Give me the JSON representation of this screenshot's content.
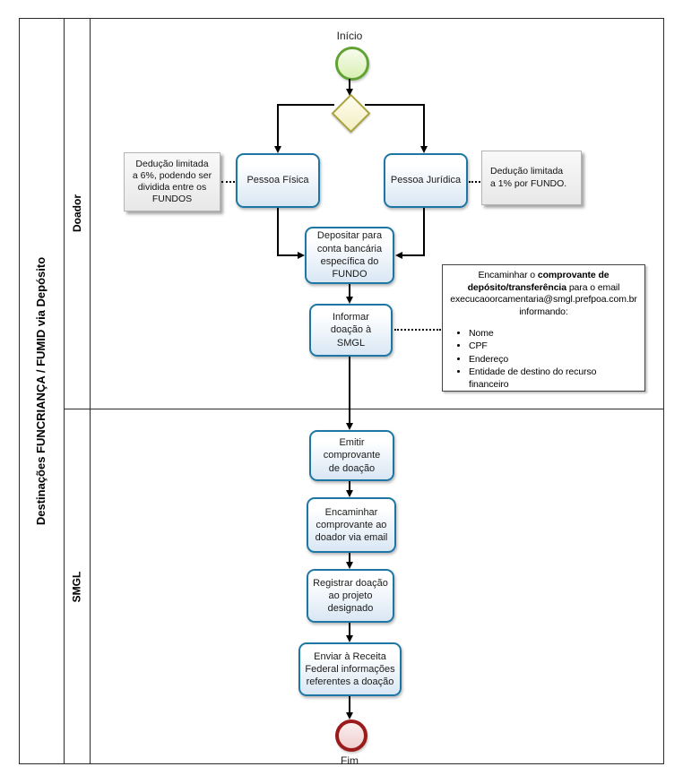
{
  "pool": {
    "title": "Destinações FUNCRIANÇA / FUMID via Depósito",
    "lanes": [
      {
        "label": "Doador"
      },
      {
        "label": "SMGL"
      }
    ]
  },
  "events": {
    "start": {
      "label": "Início"
    },
    "end": {
      "label": "Fim"
    }
  },
  "gateway": {
    "name": "exclusive-gateway"
  },
  "tasks": {
    "pessoa_fisica": {
      "label": "Pessoa Física"
    },
    "pessoa_juridica": {
      "label": "Pessoa Jurídica"
    },
    "depositar": {
      "label": "Depositar para\nconta bancária\nespecífica do\nFUNDO"
    },
    "informar": {
      "label": "Informar\ndoação à\nSMGL"
    },
    "emitir": {
      "label": "Emitir\ncomprovante\nde doação"
    },
    "encaminhar": {
      "label": "Encaminhar\ncomprovante ao\ndoador via email"
    },
    "registrar": {
      "label": "Registrar doação\nao projeto\ndesignado"
    },
    "enviar": {
      "label": "Enviar à Receita\nFederal informações\nreferentes a doação"
    }
  },
  "annotations": {
    "left": {
      "text": "Dedução limitada\na 6%, podendo ser\ndividida entre os\nFUNDOS"
    },
    "right": {
      "text": "Dedução limitada\na 1% por FUNDO."
    }
  },
  "note": {
    "prefix": "Encaminhar o ",
    "bold": "comprovante de depósito/transferência",
    "middle": " para o email execucaoorcamentaria@smgl.prefpoa.com.br informando:",
    "bullets": [
      "Nome",
      "CPF",
      "Endereço",
      "Entidade de destino do recurso financeiro"
    ]
  },
  "colors": {
    "task_border": "#1d76a3",
    "task_fill_bottom": "#d9e7f4",
    "start_border": "#61a332",
    "start_fill": "#d9efb3",
    "gateway_border": "#aaa23a",
    "gateway_fill": "#f3eec2",
    "end_border": "#9b1b1b",
    "end_fill": "#f0cfcf",
    "annotation_fill": "#ececec",
    "line": "#000000"
  }
}
